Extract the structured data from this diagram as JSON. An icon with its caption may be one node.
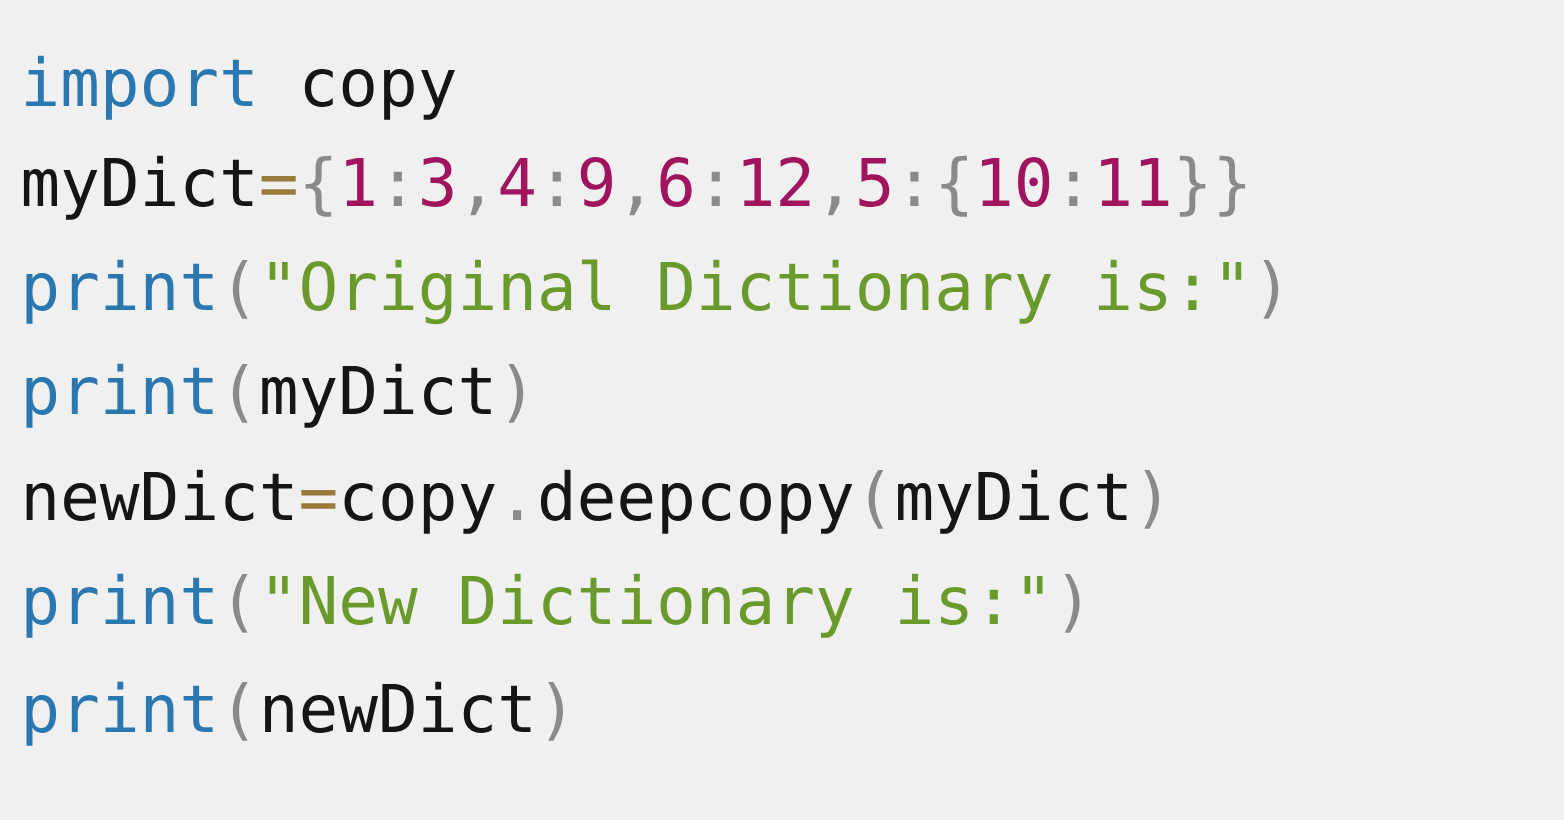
{
  "diagram": {
    "labels": [
      "import",
      "copy",
      "myDict",
      "=",
      "{",
      "1",
      ":",
      "3",
      ",",
      "4",
      ":",
      "9",
      ",",
      "6",
      ":",
      "12",
      ",",
      "5",
      ":",
      "{",
      "10",
      ":",
      "11",
      "}}",
      "print",
      "(",
      "\"Original Dictionary is:\"",
      ")",
      "print",
      "(",
      "myDict",
      ")",
      "newDict",
      "=",
      "copy",
      ".",
      "deepcopy",
      "(",
      "myDict",
      ")",
      "print",
      "(",
      "\"New Dictionary is:\"",
      ")",
      "print",
      "(",
      "newDict",
      ")"
    ]
  }
}
